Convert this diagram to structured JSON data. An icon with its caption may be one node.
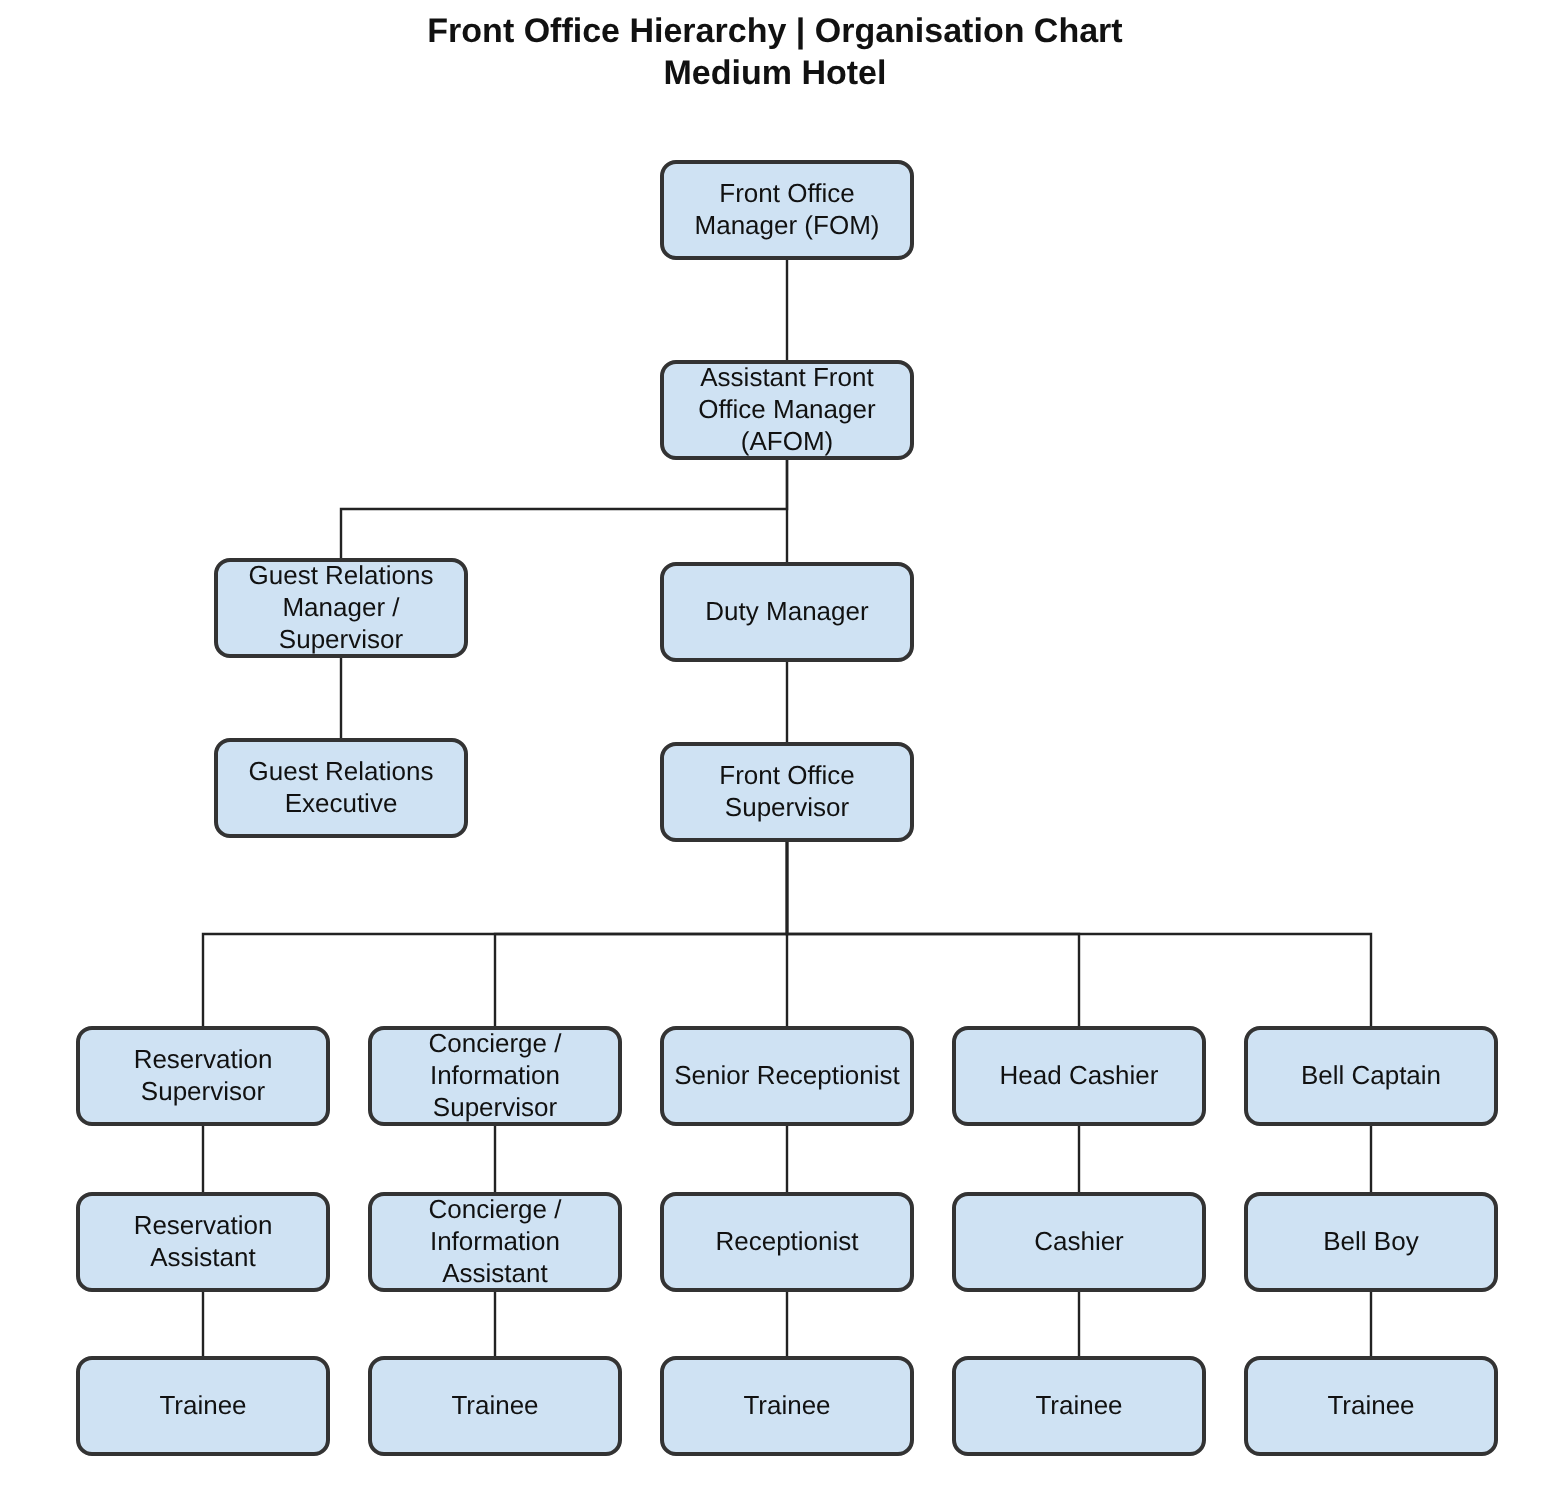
{
  "diagram": {
    "title": "Front Office Hierarchy | Organisation Chart",
    "labels": [
      "Medium Hotel"
    ],
    "nodes": [
      {
        "text": [
          "Front Office Manager (FOM)"
        ]
      },
      {
        "text": [
          "Assistant Front Office Manager (AFOM)"
        ]
      },
      {
        "text": [
          "Guest Relations Manager / Supervisor"
        ]
      },
      {
        "text": [
          "Duty Manager"
        ]
      },
      {
        "text": [
          "Guest Relations Executive"
        ]
      },
      {
        "text": [
          "Front Office Supervisor"
        ]
      },
      {
        "text": [
          "Reservation Supervisor"
        ]
      },
      {
        "text": [
          "Concierge / Information Supervisor"
        ]
      },
      {
        "text": [
          "Senior Receptionist"
        ]
      },
      {
        "text": [
          "Head Cashier"
        ]
      },
      {
        "text": [
          "Bell Captain"
        ]
      },
      {
        "text": [
          "Reservation Assistant"
        ]
      },
      {
        "text": [
          "Concierge / Information Assistant"
        ]
      },
      {
        "text": [
          "Receptionist"
        ]
      },
      {
        "text": [
          "Cashier"
        ]
      },
      {
        "text": [
          "Bell Boy"
        ]
      },
      {
        "text": [
          "Trainee"
        ]
      },
      {
        "text": [
          "Trainee"
        ]
      },
      {
        "text": [
          "Trainee"
        ]
      },
      {
        "text": [
          "Trainee"
        ]
      },
      {
        "text": [
          "Trainee"
        ]
      }
    ],
    "edges": [
      {
        "from": 0,
        "to": 1,
        "arrow": "none"
      },
      {
        "from": 1,
        "to": 2,
        "arrow": "none"
      },
      {
        "from": 1,
        "to": 3,
        "arrow": "none"
      },
      {
        "from": 2,
        "to": 4,
        "arrow": "none"
      },
      {
        "from": 3,
        "to": 5,
        "arrow": "none"
      },
      {
        "from": 5,
        "to": 6,
        "arrow": "none"
      },
      {
        "from": 5,
        "to": 7,
        "arrow": "none"
      },
      {
        "from": 5,
        "to": 8,
        "arrow": "none"
      },
      {
        "from": 5,
        "to": 9,
        "arrow": "none"
      },
      {
        "from": 5,
        "to": 10,
        "arrow": "none"
      },
      {
        "from": 6,
        "to": 11,
        "arrow": "none"
      },
      {
        "from": 7,
        "to": 12,
        "arrow": "none"
      },
      {
        "from": 8,
        "to": 13,
        "arrow": "none"
      },
      {
        "from": 9,
        "to": 14,
        "arrow": "none"
      },
      {
        "from": 10,
        "to": 15,
        "arrow": "none"
      },
      {
        "from": 11,
        "to": 16,
        "arrow": "none"
      },
      {
        "from": 12,
        "to": 17,
        "arrow": "none"
      },
      {
        "from": 13,
        "to": 18,
        "arrow": "none"
      },
      {
        "from": 14,
        "to": 19,
        "arrow": "none"
      },
      {
        "from": 15,
        "to": 20,
        "arrow": "none"
      }
    ]
  }
}
